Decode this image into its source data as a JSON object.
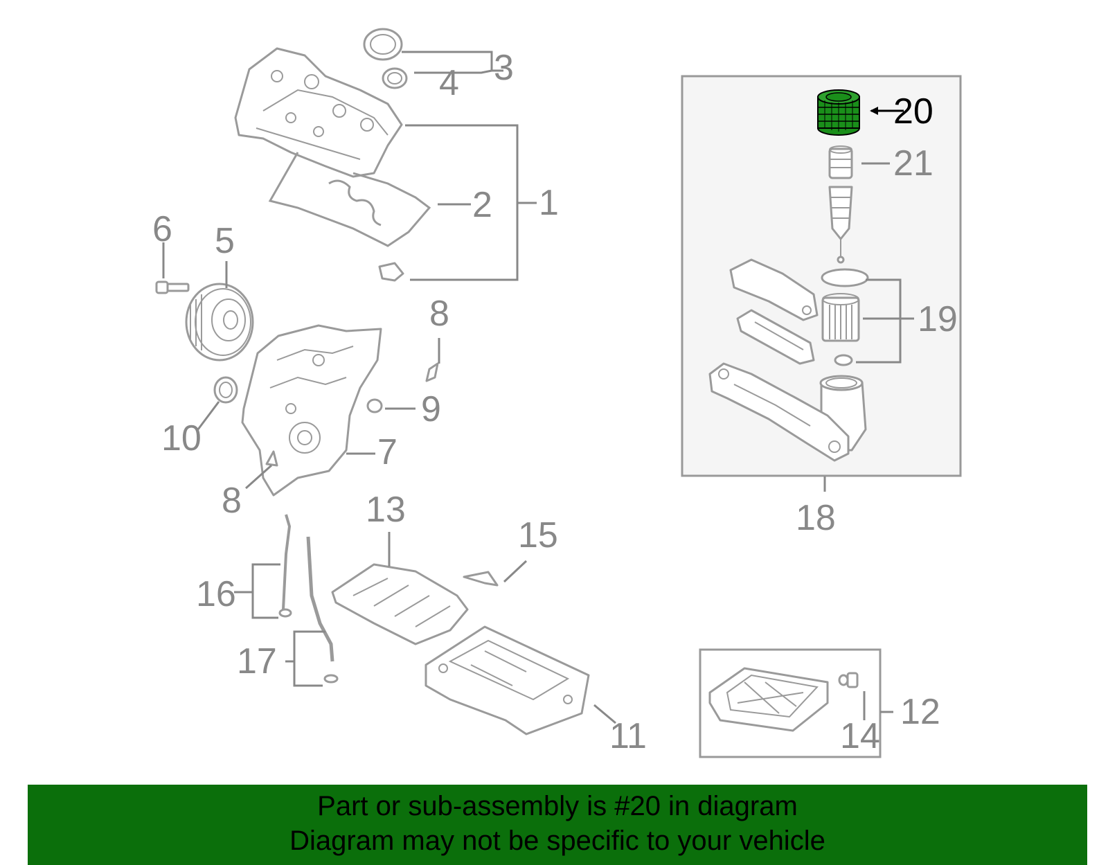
{
  "callouts": {
    "c1": "1",
    "c2": "2",
    "c3": "3",
    "c4": "4",
    "c5": "5",
    "c6": "6",
    "c7": "7",
    "c8a": "8",
    "c8b": "8",
    "c9": "9",
    "c10": "10",
    "c11": "11",
    "c12": "12",
    "c13": "13",
    "c14": "14",
    "c15": "15",
    "c16": "16",
    "c17": "17",
    "c18": "18",
    "c19": "19",
    "c20": "20",
    "c21": "21"
  },
  "highlight": {
    "part_number": "20",
    "color": "#0b6f0b"
  },
  "banner": {
    "line1": "Part or sub-assembly is #20 in diagram",
    "line2": "Diagram may not be specific to your vehicle",
    "background": "#0b6f0b"
  }
}
